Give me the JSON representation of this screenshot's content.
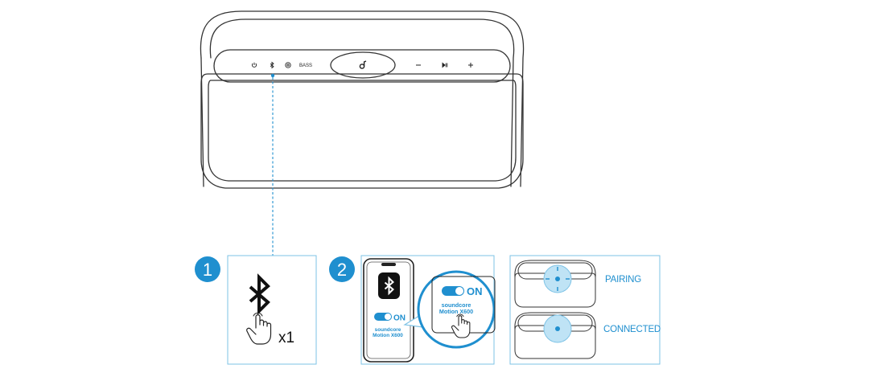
{
  "colors": {
    "accent": "#1f8fcf",
    "accent_fill": "#bfe3f5",
    "line": "#333333",
    "panel_border": "#7ec3e6"
  },
  "speaker": {
    "top_buttons": [
      "power-icon",
      "bluetooth-icon",
      "partycast-icon",
      "bassup-icon",
      "soundcore-logo",
      "minus-icon",
      "play-pause-icon",
      "plus-icon"
    ],
    "center_logo": "soundcore-logo",
    "bassup_label": "BASS"
  },
  "steps": [
    {
      "number": "1",
      "icon": "bluetooth-icon",
      "action_icon": "tap-hand-icon",
      "press_count": "x1"
    },
    {
      "number": "2",
      "phone": {
        "icon": "bluetooth-icon",
        "toggle_label": "ON",
        "device_name_line1": "soundcore",
        "device_name_line2": "Motion X600"
      },
      "zoom": {
        "toggle_label": "ON",
        "device_name_line1": "soundcore",
        "device_name_line2": "Motion X600"
      }
    }
  ],
  "status_panel": {
    "items": [
      {
        "label": "PAIRING",
        "indicator": "blinking"
      },
      {
        "label": "CONNECTED",
        "indicator": "solid"
      }
    ]
  }
}
